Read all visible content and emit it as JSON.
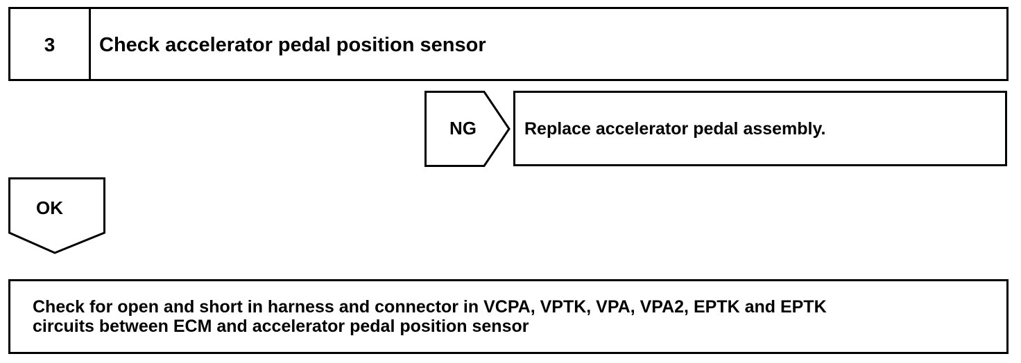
{
  "step": {
    "number": "3",
    "title": "Check accelerator pedal position sensor"
  },
  "ng_branch": {
    "label": "NG",
    "result": "Replace accelerator pedal assembly."
  },
  "ok_branch": {
    "label": "OK"
  },
  "final_action": {
    "line1": "Check for open and short in harness and connector in VCPA, VPTK, VPA, VPA2, EPTK and EPTK",
    "line2": "circuits between ECM and accelerator pedal position sensor"
  }
}
